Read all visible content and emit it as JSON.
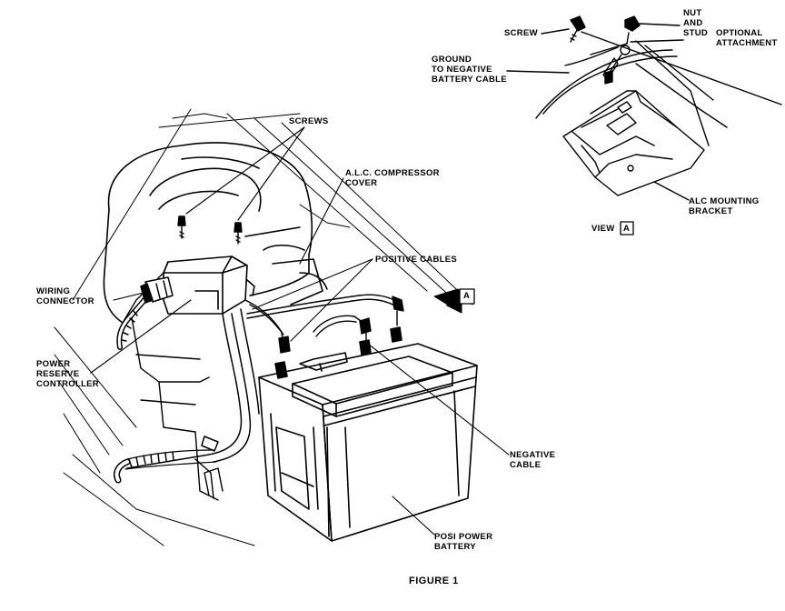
{
  "figure": {
    "caption": "FIGURE 1",
    "view_label": "VIEW",
    "view_letter": "A",
    "arrow_letter": "A"
  },
  "labels": {
    "screws": "SCREWS",
    "alc_cover_line1": "A.L.C. COMPRESSOR",
    "alc_cover_line2": "COVER",
    "positive_cables": "POSITIVE CABLES",
    "wiring_connector_line1": "WIRING",
    "wiring_connector_line2": "CONNECTOR",
    "power_reserve_line1": "POWER",
    "power_reserve_line2": "RESERVE",
    "power_reserve_line3": "CONTROLLER",
    "negative_cable_line1": "NEGATIVE",
    "negative_cable_line2": "CABLE",
    "posi_power_line1": "POSI POWER",
    "posi_power_line2": "BATTERY",
    "screw": "SCREW",
    "nut_stud_line1": "NUT",
    "nut_stud_line2": "AND",
    "nut_stud_line3": "STUD",
    "optional_line1": "OPTIONAL",
    "optional_line2": "ATTACHMENT",
    "ground_line1": "GROUND",
    "ground_line2": "TO NEGATIVE",
    "ground_line3": "BATTERY CABLE",
    "alc_bracket_line1": "ALC MOUNTING",
    "alc_bracket_line2": "BRACKET"
  }
}
